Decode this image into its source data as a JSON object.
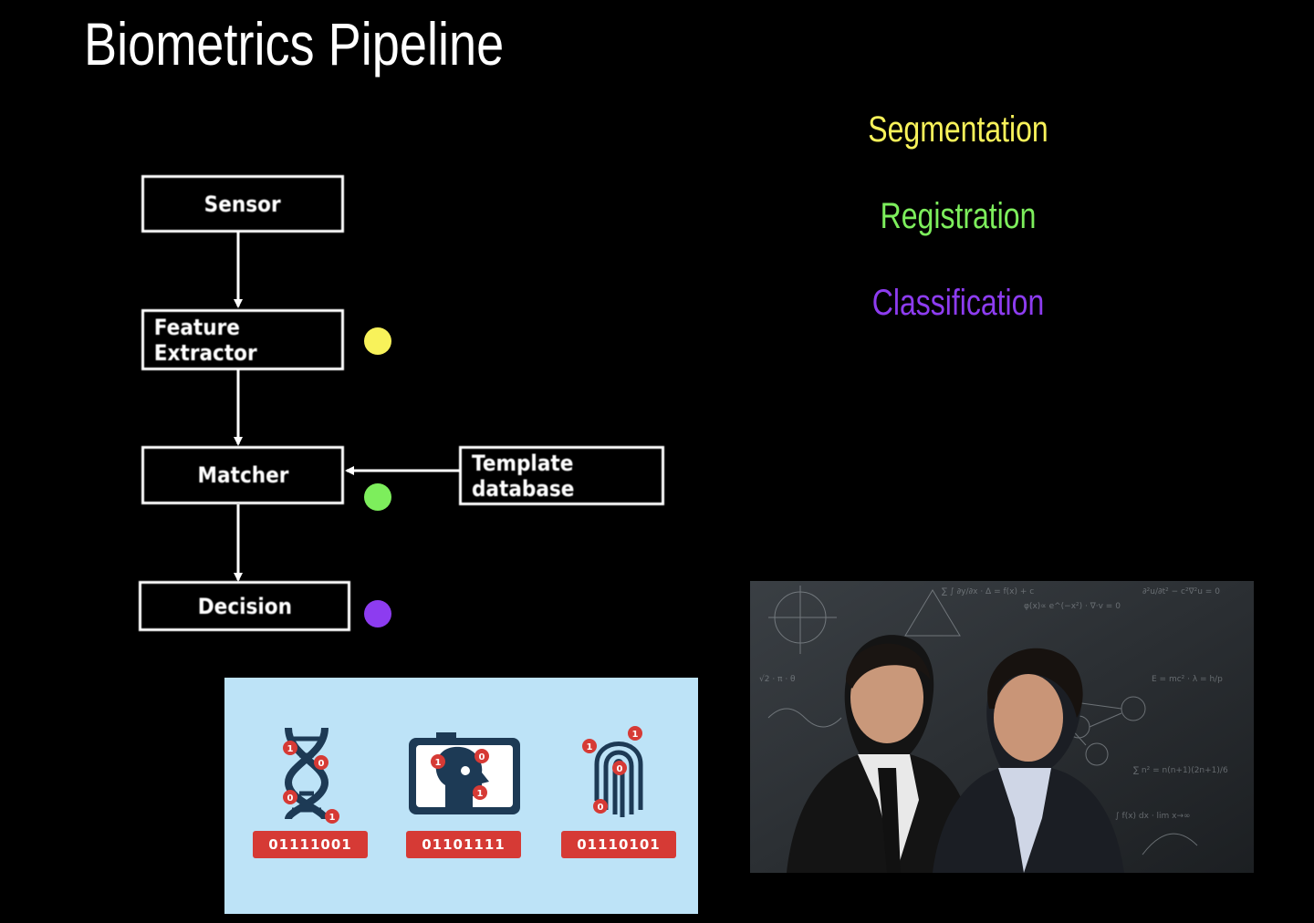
{
  "slide": {
    "title": "Biometrics Pipeline"
  },
  "legend": {
    "items": [
      {
        "label": "Segmentation",
        "color": "#f8f25a"
      },
      {
        "label": "Registration",
        "color": "#7dee5c"
      },
      {
        "label": "Classification",
        "color": "#8d3cf0"
      }
    ]
  },
  "diagram": {
    "nodes": [
      {
        "label": "Sensor"
      },
      {
        "label": "Feature Extractor"
      },
      {
        "label": "Matcher"
      },
      {
        "label": "Decision"
      },
      {
        "label": "Template database"
      }
    ],
    "markers": [
      {
        "stage": "Feature Extractor",
        "color": "#f8f25a"
      },
      {
        "stage": "Matcher",
        "color": "#7dee5c"
      },
      {
        "stage": "Decision",
        "color": "#8d3cf0"
      }
    ]
  },
  "biometrics_image": {
    "icons": [
      {
        "icon": "dna-icon",
        "binary": "01111001"
      },
      {
        "icon": "face-id-icon",
        "binary": "01101111"
      },
      {
        "icon": "fingerprint-icon",
        "binary": "01110101"
      }
    ]
  },
  "colors": {
    "background": "#000000",
    "panel_bg": "#bde3f7",
    "icon_dark": "#1d3a55",
    "tag_red": "#d63a35"
  }
}
